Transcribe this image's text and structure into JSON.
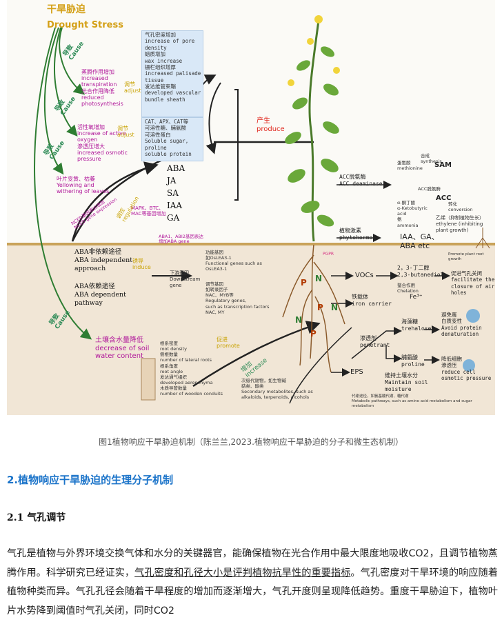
{
  "figure": {
    "title_zh": "干旱胁迫",
    "title_en": "Drought Stress",
    "cause_labels": [
      "导致\nCause",
      "导致\nCause",
      "导致\nCause",
      "导致\nCause"
    ],
    "adjust_labels": [
      "调节\nadjust",
      "调节\nadjust"
    ],
    "regulation_label": "调控\nregulation",
    "effect_items": [
      "蒸腾作用增加\nincreased\ntranspiration\n光合作用降低\nreduced\nphotosynthesis",
      "活性氧增加\nincrease of active\noxygen\n渗透压增大\nincreased osmotic\npressure",
      "叶片变黄、枯萎\nYellowing and\nwithering of leaves"
    ],
    "box_top": "气孔密度增加\nincrease of pore\ndensity\n蜡质增加\nwax increase\n栅栏组织增厚\nincreased palisade\ntissue\n发达维管束鞘\ndeveloped vascular\nbundle sheath",
    "box_mid": "CAT、APX、CAT等\n可溶性糖、脯氨酸\n可溶性蛋白\nSoluble sugar,\nproline\nsoluble protein",
    "hormones": "ABA\nJA\nSA\nIAA\nGA",
    "produce": "产生\nproduce",
    "ncer_label": "NCED基因表达增加\nNCED gene expression",
    "mapk_label": "MAPK、BTC、\nMAC等基因增加",
    "abi_label": "ABA1、ABI2基因表达\n增加ABA gene",
    "aba_independent": "ABA非依赖途径\nABA independent\napproach",
    "aba_dependent": "ABA依赖途径\nABA dependent\npathway",
    "induce_label": "诱导\ninduce",
    "downstream": "下游基因\nDownstream\ngene",
    "functional_genes": "功能基因\n如OsLEA3-1\nFunctional genes such as\nOsLEA3-1",
    "regulatory_genes": "调节基因\n如转录因子\nNAC、MYB等\nRegulatory genes,\nsuch as transcription factors\nNAC, MY",
    "soil_moisture": "土壤含水量降低\ndecrease of soil\nwater content",
    "root_traits": "根系密度\nroot density\n侧根数量\nnumber of lateral roots\n根系角度\nroot angle\n发达通气组织\ndeveloped aerenchyma\n木质导管数量\nnumber of wooden conduits",
    "promote_label": "促进\npromote",
    "increase_label": "增加\nincrease",
    "acc": "ACC脱氨酶\nACC deaminase",
    "sam_block": "蛋氨酸\nmethionine",
    "sam": "SAM",
    "synthesis": "合成\nsynthesis",
    "acc_small": "ACC",
    "conversion": "转化\nconversion",
    "ethylene": "乙烯（抑制植物生长）\nethylene (inhibiting\nplant growth)",
    "ketobutyric": "α-酮丁酸\nα-Ketobutyric\nacid\n氨\nammonia",
    "acc_deaminase_small": "ACC脱氨酶",
    "phytohormone": "植物激素\nphytohormone",
    "hormones_right": "IAA、GA、\nABA etc",
    "promote_root": "Promote plant root growth",
    "vocs": "VOCs",
    "butanediol": "2，3-丁二醇\n2,3-butanediol",
    "stomata": "促进气孔关闭\nfacilitate the\nclosure of air\nholes",
    "iron_carrier": "铁载体\niron carrier",
    "chelation": "螯合作用\nChelation",
    "fe": "Fe³⁺",
    "penetrant": "渗透剂\npenetrant",
    "trehalose": "海藻糖\ntrehalose",
    "avoid_protein": "避免蛋\n白质变性\nAvoid protein\ndenaturation",
    "proline": "脯氨酸\nproline",
    "reduce_cell": "降低细胞\n渗透压\nreduce cell\nosmotic pressure",
    "eps": "EPS",
    "maintain_soil": "维持土壤水分\nMaintain soil\nmoisture",
    "secondary": "次级代谢物，如生物碱\n萜类、醇类\nSecondary metabolites, such as\nalkaloids, terpenoids, alcohols",
    "metabolic": "代谢途径，如氨基酸代谢、糖代谢\nMetabolic pathways, such as amino acid metabolism and sugar metabolism",
    "pgpr": "PGPR",
    "nutrients": [
      "P",
      "N",
      "P",
      "N",
      "P",
      "N"
    ]
  },
  "caption": "图1植物响应干旱胁迫机制（陈兰兰,2023.植物响应干旱胁迫的分子和微生态机制）",
  "section2_title": "2.植物响应干旱胁迫的生理分子机制",
  "section21_title": "2.1  气孔调节",
  "paragraph": {
    "part1": "气孔是植物与外界环境交换气体和水分的关键器官，能确保植物在光合作用中最大限度地吸收CO2，且调节植物蒸腾作用。科学研究已经证实，",
    "underlined": "气孔密度和孔径大小是评判植物抗旱性的重要指标",
    "part2": "。气孔密度对干旱环境的响应随着植物种类而异。气孔孔径会随着干旱程度的增加而逐渐增大，气孔开度则呈现降低趋势。重度干旱胁迫下，植物叶片水势降到阈值时气孔关闭，同时CO2"
  }
}
